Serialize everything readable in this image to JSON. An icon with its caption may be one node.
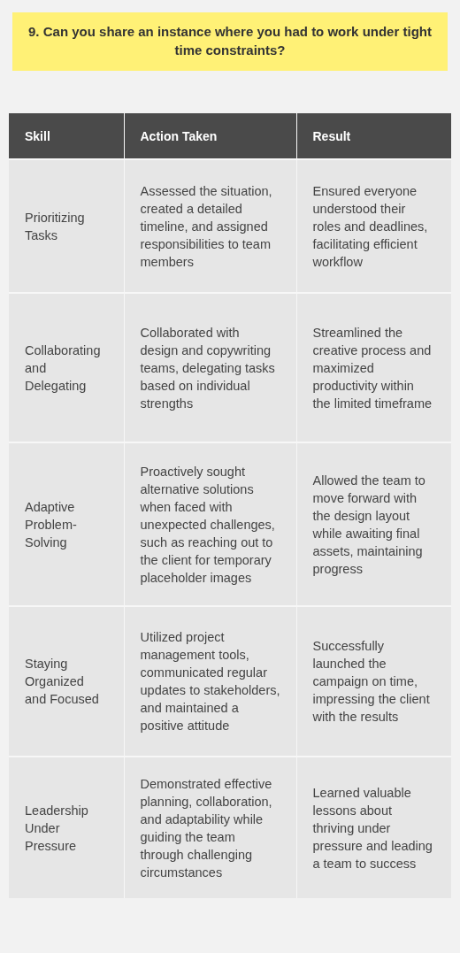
{
  "diagram": {
    "title": "9. Can you share an instance where you had to work under tight time constraints?",
    "labels": [
      "Skill",
      "Action Taken",
      "Result",
      "Prioritizing Tasks",
      "Assessed the situation, created a detailed timeline, and assigned responsibilities to team members",
      "Ensured everyone understood their roles and deadlines, facilitating efficient workflow",
      "Collaborating and Delegating",
      "Collaborated with design and copywriting teams, delegating tasks based on individual strengths",
      "Streamlined the creative process and maximized productivity within the limited timeframe",
      "Adaptive Problem-Solving",
      "Proactively sought alternative solutions when faced with unexpected challenges, such as reaching out to the client for temporary placeholder images",
      "Allowed the team to move forward with the design layout while awaiting final assets, maintaining progress",
      "Staying Organized and Focused",
      "Utilized project management tools, communicated regular updates to stakeholders, and maintained a positive attitude",
      "Successfully launched the campaign on time, impressing the client with the results",
      "Leadership Under Pressure",
      "Demonstrated effective planning, collaboration, and adaptability while guiding the team through challenging circumstances",
      "Learned valuable lessons about thriving under pressure and leading a team to success"
    ]
  }
}
